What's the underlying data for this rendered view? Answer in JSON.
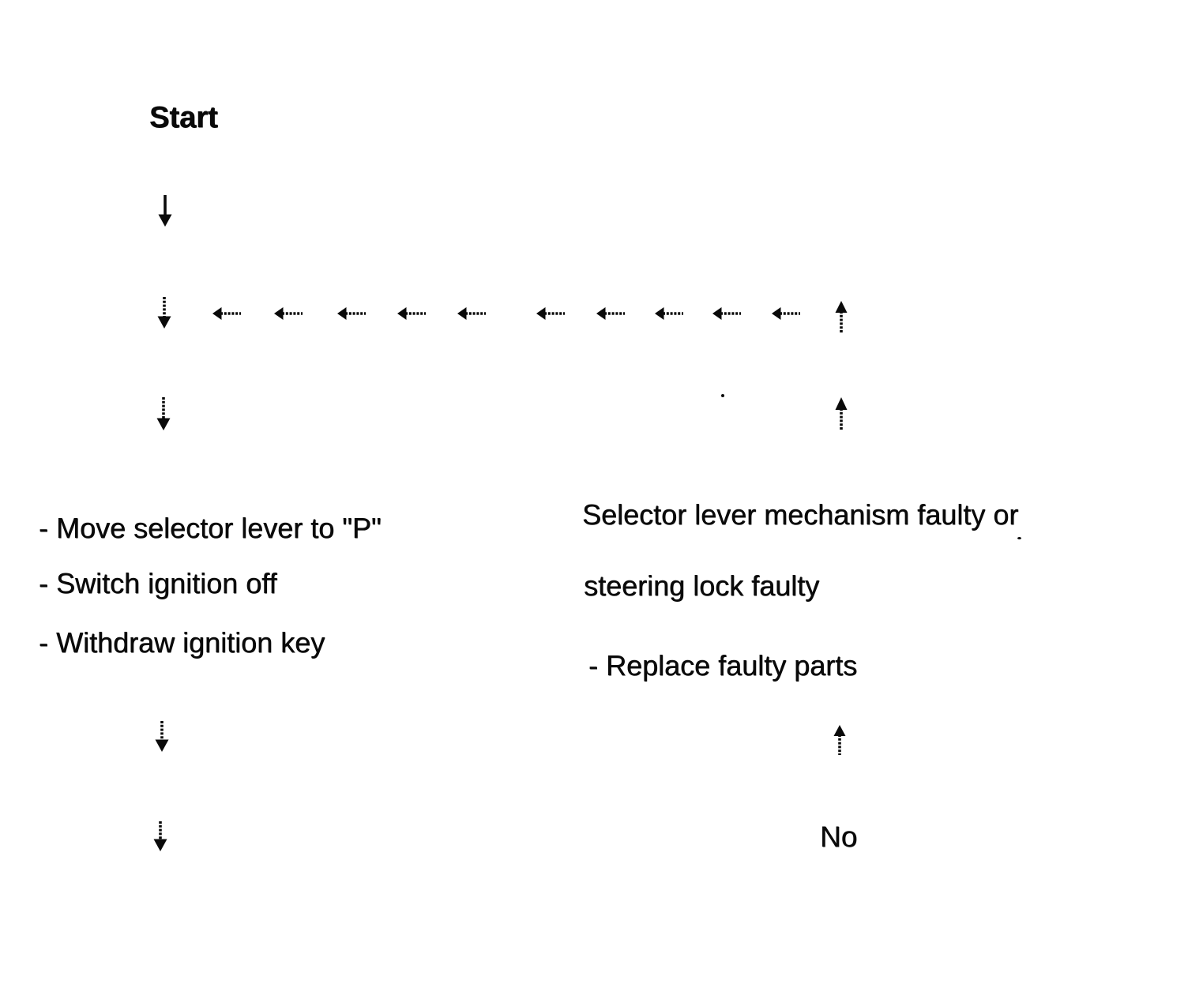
{
  "page": {
    "background_color": "#ffffff",
    "ink_color": "#0a0a0a"
  },
  "flowchart": {
    "start_label": "Start",
    "left_steps": [
      "- Move selector lever to \"P\"",
      "- Switch ignition off",
      "- Withdraw ignition key"
    ],
    "right_branch": [
      "Selector lever mechanism faulty or",
      "steering lock faulty",
      "- Replace faulty parts"
    ],
    "no_label": "No",
    "icons": {
      "down_arrow": "↓",
      "up_arrow": "↑",
      "left_arrow": "←",
      "left_arrow_count": 10
    }
  }
}
